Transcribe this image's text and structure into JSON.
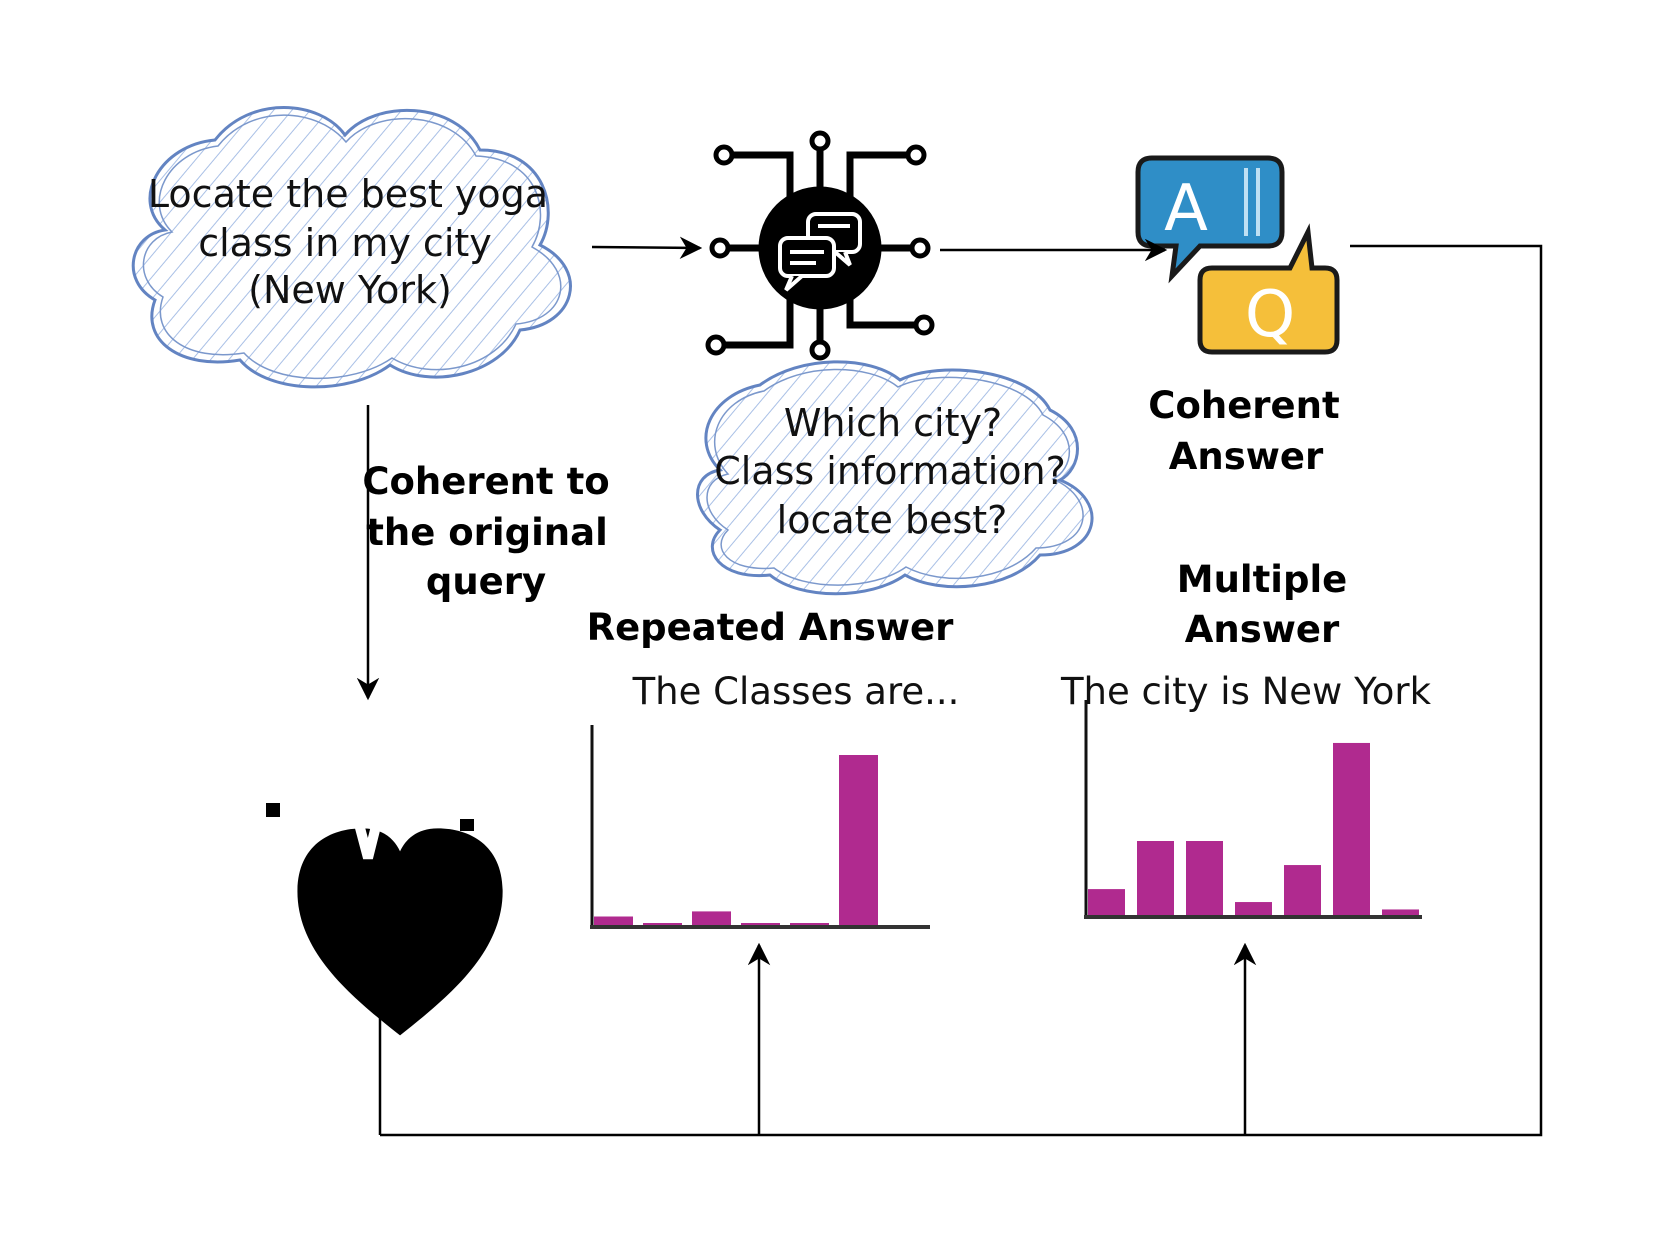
{
  "query_cloud": {
    "lines": [
      "Locate the best yoga",
      "class in my city",
      "(New York)"
    ]
  },
  "clarify_cloud": {
    "lines": [
      "Which city?",
      "Class information?",
      "locate best?"
    ]
  },
  "qa_icon": {
    "letter_a": "A",
    "letter_q": "Q",
    "color_a": "#2f8ec7",
    "color_q": "#f5bf3a"
  },
  "labels": {
    "coherent_answer": [
      "Coherent",
      "Answer"
    ],
    "coherent_to_query": [
      "Coherent to",
      "the original",
      "query"
    ],
    "repeated_answer": "Repeated Answer",
    "multiple_answer": [
      "Multiple",
      "Answer"
    ],
    "classes_are": "The Classes are...",
    "city_is": "The city is New York"
  },
  "icons": {
    "llm": "chat-circuit-icon",
    "qa": "question-answer-icon",
    "heart": "heartbeat-icon"
  },
  "colors": {
    "bar": "#b02a8f",
    "cloud_stroke": "#5b7fbf",
    "cloud_hatch": "#9fb8e0"
  },
  "chart_data": [
    {
      "type": "bar",
      "title": "",
      "xlabel": "",
      "ylabel": "",
      "ylim": [
        0,
        100
      ],
      "values": [
        5,
        1,
        8,
        0,
        0,
        100
      ]
    },
    {
      "type": "bar",
      "title": "",
      "xlabel": "",
      "ylabel": "",
      "ylim": [
        0,
        100
      ],
      "values": [
        14,
        40,
        40,
        7,
        27,
        93,
        3
      ]
    }
  ]
}
